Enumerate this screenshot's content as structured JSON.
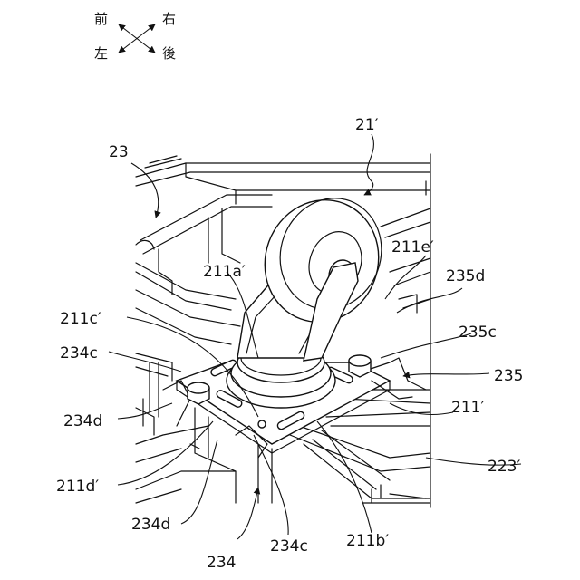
{
  "directions": {
    "front": "前",
    "right": "右",
    "left": "左",
    "rear": "後"
  },
  "labels": {
    "l23": "23",
    "l21p": "21′",
    "l211ep": "211e′",
    "l211ap": "211a′",
    "l235d": "235d",
    "l211cp": "211c′",
    "l235c": "235c",
    "l234c_left": "234c",
    "l235": "235",
    "l211p": "211′",
    "l234d_left": "234d",
    "l223p": "223′",
    "l211dp": "211d′",
    "l234d_bottom": "234d",
    "l234": "234",
    "l234c_bottom": "234c",
    "l211bp": "211b′"
  }
}
